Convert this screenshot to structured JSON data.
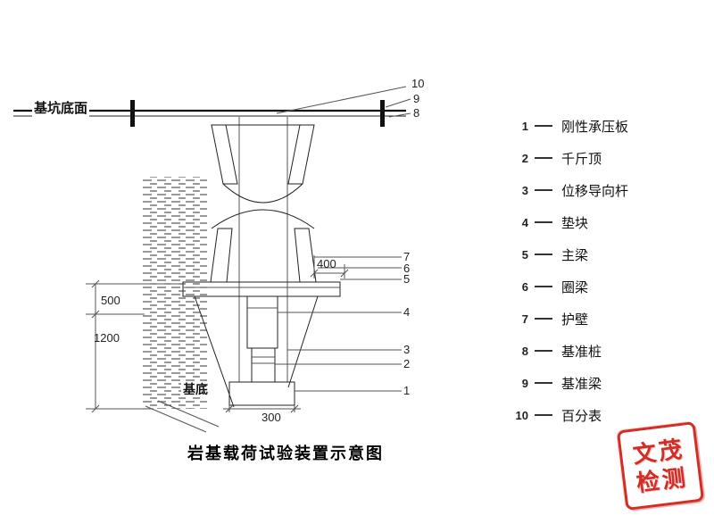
{
  "title": "岩基载荷试验装置示意图",
  "labels": {
    "pit_bottom": "基坑底面",
    "base": "基底"
  },
  "dimensions": {
    "height_500": "500",
    "height_1200": "1200",
    "width_400": "400",
    "width_300": "300"
  },
  "callouts": {
    "c1": "1",
    "c2": "2",
    "c3": "3",
    "c4": "4",
    "c5": "5",
    "c6": "6",
    "c7": "7",
    "c8": "8",
    "c9": "9",
    "c10": "10"
  },
  "legend": [
    {
      "no": "1",
      "label": "刚性承压板"
    },
    {
      "no": "2",
      "label": "千斤顶"
    },
    {
      "no": "3",
      "label": "位移导向杆"
    },
    {
      "no": "4",
      "label": "垫块"
    },
    {
      "no": "5",
      "label": "主梁"
    },
    {
      "no": "6",
      "label": "圈梁"
    },
    {
      "no": "7",
      "label": "护壁"
    },
    {
      "no": "8",
      "label": "基准桩"
    },
    {
      "no": "9",
      "label": "基准梁"
    },
    {
      "no": "10",
      "label": "百分表"
    }
  ],
  "stamp": {
    "line1": "文茂",
    "line2": "检测",
    "color": "#d0231c"
  }
}
